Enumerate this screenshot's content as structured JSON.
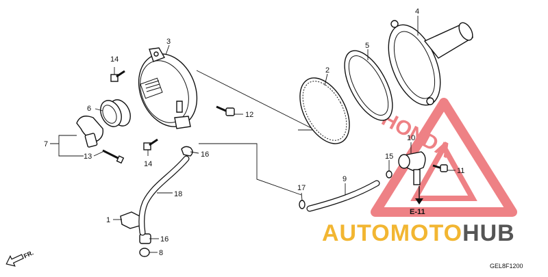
{
  "diagram_code": "GEL8F1200",
  "ref_label": "E-11",
  "fr_label": "FR.",
  "brand_part1": "AUTOMOTO",
  "brand_part2": "HUB",
  "honda_watermark": "HONDA",
  "colors": {
    "brand_orange": "#f2b632",
    "brand_red": "#e11b22",
    "brand_dark": "#555555",
    "watermark": "#e11b22",
    "ink": "#111111"
  },
  "callouts": {
    "c1": "1",
    "c2": "2",
    "c3": "3",
    "c4": "4",
    "c5": "5",
    "c6": "6",
    "c7": "7",
    "c8": "8",
    "c9": "9",
    "c10": "10",
    "c11": "11",
    "c12": "12",
    "c13": "13",
    "c14a": "14",
    "c14b": "14",
    "c15": "15",
    "c16a": "16",
    "c16b": "16",
    "c17": "17",
    "c18": "18"
  }
}
